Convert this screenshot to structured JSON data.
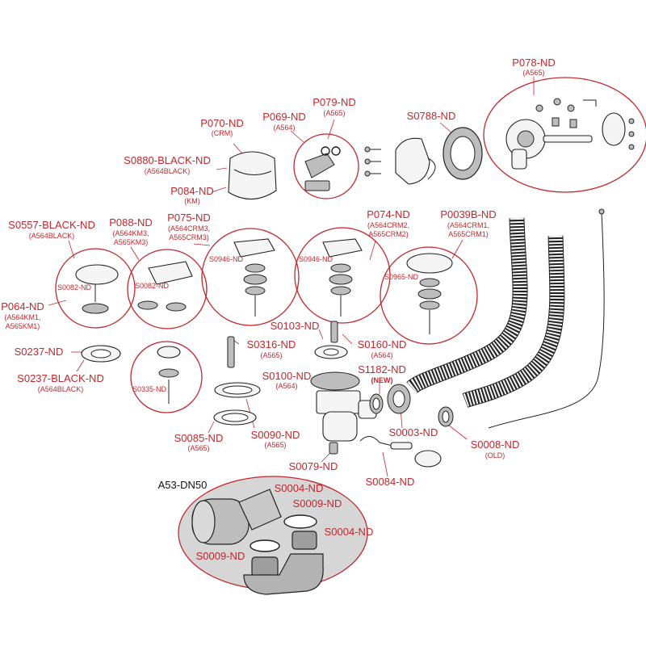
{
  "labels": {
    "p078": {
      "code": "P078-ND",
      "sub": "(A565)"
    },
    "s0788": {
      "code": "S0788-ND"
    },
    "p079": {
      "code": "P079-ND",
      "sub": "(A565)"
    },
    "p069": {
      "code": "P069-ND",
      "sub": "(A564)"
    },
    "p070": {
      "code": "P070-ND",
      "sub": "(CRM)"
    },
    "s0880": {
      "code": "S0880-BLACK-ND",
      "sub": "(A564BLACK)"
    },
    "p084": {
      "code": "P084-ND",
      "sub": "(KM)"
    },
    "s0557": {
      "code": "S0557-BLACK-ND",
      "sub": "(A564BLACK)"
    },
    "p088": {
      "code": "P088-ND",
      "sub1": "(A564KM3,",
      "sub2": "A565KM3)"
    },
    "p075": {
      "code": "P075-ND",
      "sub1": "(A564CRM3,",
      "sub2": "A565CRM3)"
    },
    "p074": {
      "code": "P074-ND",
      "sub1": "(A564CRM2,",
      "sub2": "A565CRM2)"
    },
    "p0039b": {
      "code": "P0039B-ND",
      "sub1": "(A564CRM1,",
      "sub2": "A565CRM1)"
    },
    "s0082a": {
      "code": "S0082-ND"
    },
    "s0082b": {
      "code": "S0082-ND"
    },
    "s0946a": {
      "code": "S0946-ND"
    },
    "s0946b": {
      "code": "S0946-ND"
    },
    "s0965": {
      "code": "S0965-ND"
    },
    "p064": {
      "code": "P064-ND",
      "sub1": "(A564KM1,",
      "sub2": "A565KM1)"
    },
    "s0237": {
      "code": "S0237-ND"
    },
    "s0237b": {
      "code": "S0237-BLACK-ND",
      "sub": "(A564BLACK)"
    },
    "s0335": {
      "code": "S0335-ND"
    },
    "s0316": {
      "code": "S0316-ND",
      "sub": "(A565)"
    },
    "s0103": {
      "code": "S0103-ND"
    },
    "s0160": {
      "code": "S0160-ND",
      "sub": "(A564)"
    },
    "s0100": {
      "code": "S0100-ND",
      "sub": "(A564)"
    },
    "s1182": {
      "code": "S1182-ND",
      "new": "(NEW)"
    },
    "s0085": {
      "code": "S0085-ND",
      "sub": "(A565)"
    },
    "s0090": {
      "code": "S0090-ND",
      "sub": "(A565)"
    },
    "s0003": {
      "code": "S0003-ND"
    },
    "s0008": {
      "code": "S0008-ND",
      "sub": "(OLD)"
    },
    "s0079": {
      "code": "S0079-ND"
    },
    "s0084": {
      "code": "S0084-ND"
    },
    "a53": {
      "code": "A53-DN50"
    },
    "s0004a": {
      "code": "S0004-ND"
    },
    "s0009a": {
      "code": "S0009-ND"
    },
    "s0004b": {
      "code": "S0004-ND"
    },
    "s0009b": {
      "code": "S0009-ND"
    }
  },
  "colors": {
    "label": "#c1272d",
    "part_stroke": "#222222",
    "callout_bg": "#d6d6d6"
  }
}
